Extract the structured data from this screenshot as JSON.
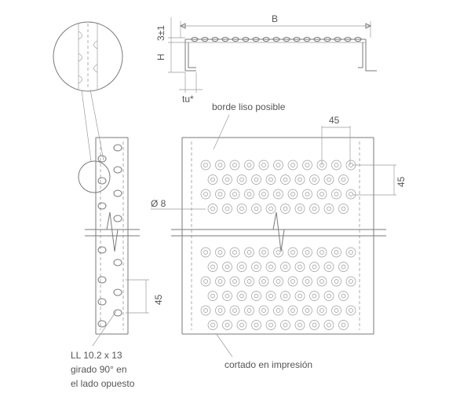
{
  "labels": {
    "width": "B",
    "flange": "3±1",
    "height": "H",
    "thickness": "tu*",
    "smooth_edge": "borde liso posible",
    "pitch_h": "45",
    "pitch_v": "45",
    "diameter": "Ø 8",
    "side_pitch": "45",
    "slot_line1": "LL 10.2 x 13",
    "slot_line2": "girado 90° en",
    "slot_line3": "el lado opuesto",
    "cut": "cortado en impresión"
  },
  "colors": {
    "line": "#7a7a7a",
    "text": "#555555"
  }
}
